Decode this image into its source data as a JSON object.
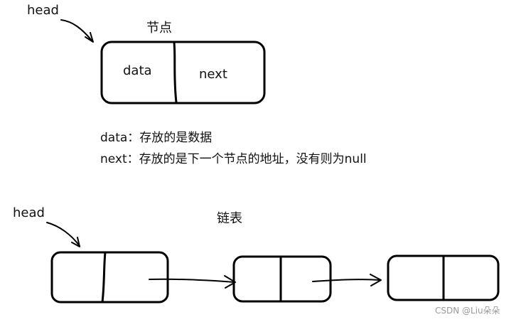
{
  "top": {
    "head_label": "head",
    "title": "节点",
    "field_data": "data",
    "field_next": "next"
  },
  "description": {
    "line1": "data：存放的是数据",
    "line2": "next：存放的是下一个节点的地址，没有则为null"
  },
  "bottom": {
    "head_label": "head",
    "title": "链表",
    "node_count": 3
  },
  "watermark": "CSDN @Liu朵朵"
}
